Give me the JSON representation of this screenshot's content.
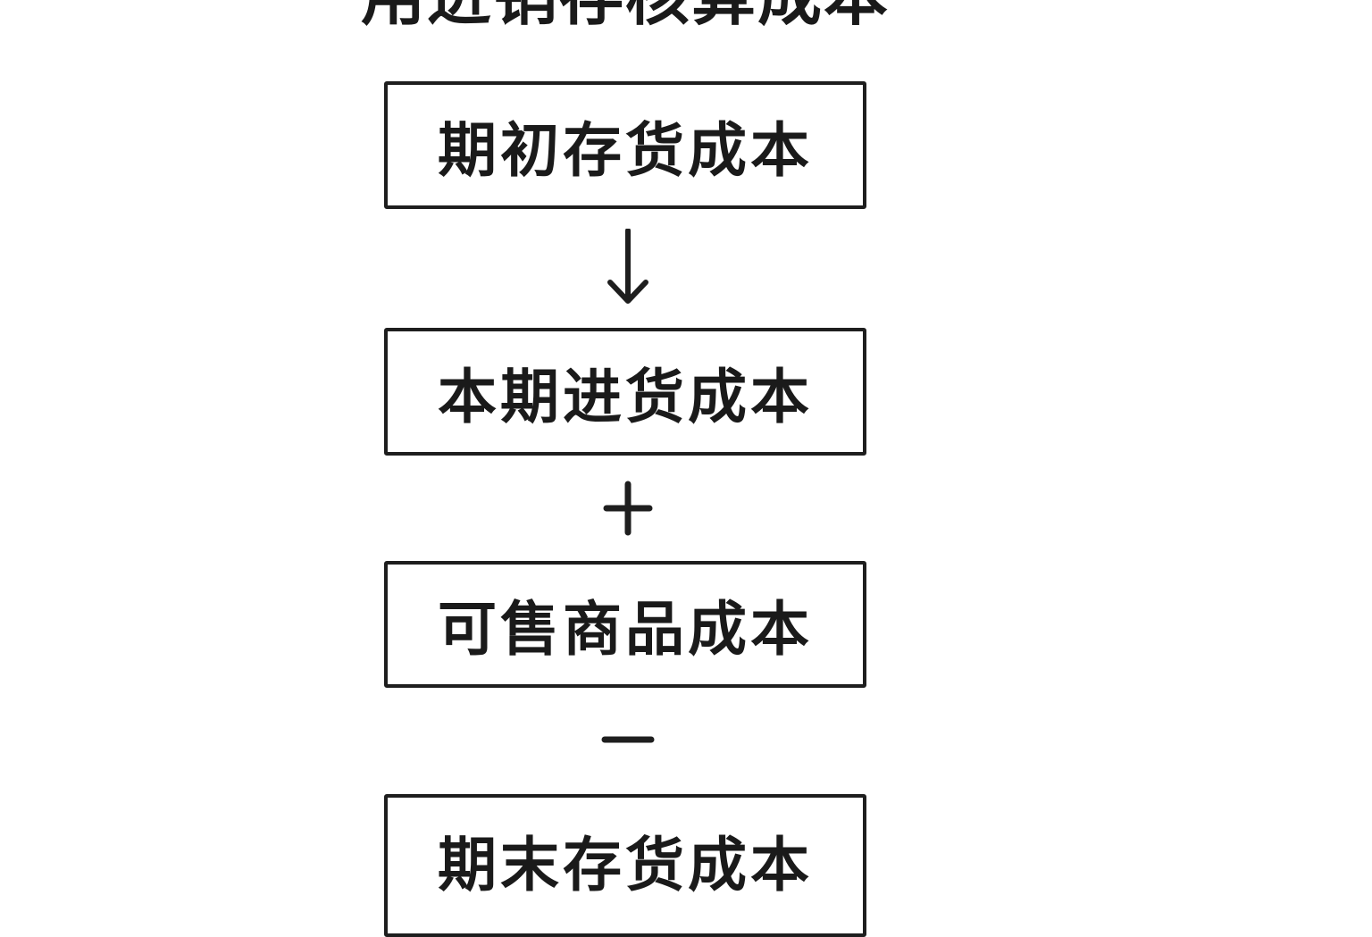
{
  "title": "用进销存核算成本",
  "boxes": [
    {
      "label": "期初存货成本"
    },
    {
      "label": "本期进货成本"
    },
    {
      "label": "可售商品成本"
    },
    {
      "label": "期末存货成本"
    }
  ],
  "operators": {
    "first": "down-arrow",
    "second": "+",
    "third": "−"
  }
}
